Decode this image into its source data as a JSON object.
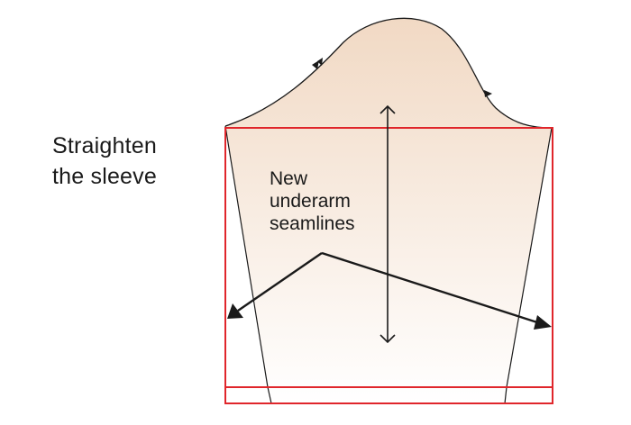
{
  "title_lines": [
    "Straighten",
    "the sleeve"
  ],
  "callout_lines": [
    "New",
    "underarm",
    "seamlines"
  ],
  "colors": {
    "sleeve_fill_top": "#f1d9c4",
    "sleeve_fill_bottom": "#ffffff",
    "outline": "#1a1a1a",
    "new_seamline": "#e0262b"
  },
  "icons": {
    "notch": "triangle-notch",
    "grainline": "double-headed-arrow",
    "pointer": "arrow"
  }
}
